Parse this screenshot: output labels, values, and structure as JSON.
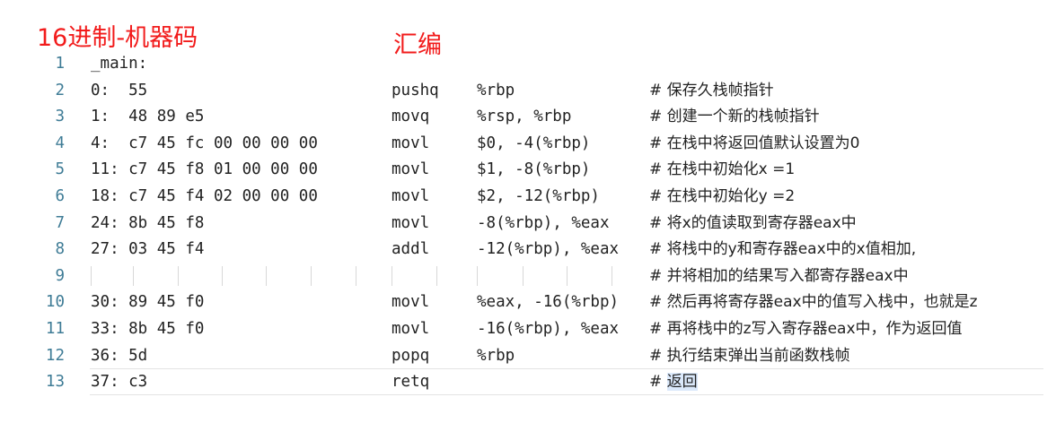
{
  "annotations": {
    "machine_code": "16进制-机器码",
    "assembly": "汇编"
  },
  "lines": [
    {
      "n": "1",
      "hex": "_main:",
      "mn": "",
      "op": "",
      "cm_hash": "",
      "cm": ""
    },
    {
      "n": "2",
      "hex": "0:  55",
      "mn": "pushq",
      "op": "%rbp",
      "cm_hash": "# ",
      "cm": "保存久栈帧指针"
    },
    {
      "n": "3",
      "hex": "1:  48 89 e5",
      "mn": "movq",
      "op": "%rsp, %rbp",
      "cm_hash": "# ",
      "cm": "创建一个新的栈帧指针"
    },
    {
      "n": "4",
      "hex": "4:  c7 45 fc 00 00 00 00",
      "mn": "movl",
      "op": "$0, -4(%rbp)",
      "cm_hash": "# ",
      "cm": "在栈中将返回值默认设置为0"
    },
    {
      "n": "5",
      "hex": "11: c7 45 f8 01 00 00 00",
      "mn": "movl",
      "op": "$1, -8(%rbp)",
      "cm_hash": "# ",
      "cm": "在栈中初始化x =1"
    },
    {
      "n": "6",
      "hex": "18: c7 45 f4 02 00 00 00",
      "mn": "movl",
      "op": "$2, -12(%rbp)",
      "cm_hash": "# ",
      "cm": "在栈中初始化y =2"
    },
    {
      "n": "7",
      "hex": "24: 8b 45 f8",
      "mn": "movl",
      "op": "-8(%rbp), %eax",
      "cm_hash": "# ",
      "cm": "将x的值读取到寄存器eax中"
    },
    {
      "n": "8",
      "hex": "27: 03 45 f4",
      "mn": "addl",
      "op": "-12(%rbp), %eax",
      "cm_hash": "# ",
      "cm": "将栈中的y和寄存器eax中的x值相加,"
    },
    {
      "n": "9",
      "hex": "",
      "mn": "",
      "op": "",
      "cm_hash": "# ",
      "cm": "并将相加的结果写入都寄存器eax中"
    },
    {
      "n": "10",
      "hex": "30: 89 45 f0",
      "mn": "movl",
      "op": "%eax, -16(%rbp)",
      "cm_hash": "# ",
      "cm": "然后再将寄存器eax中的值写入栈中，也就是z"
    },
    {
      "n": "11",
      "hex": "33: 8b 45 f0",
      "mn": "movl",
      "op": "-16(%rbp), %eax",
      "cm_hash": "# ",
      "cm": "再将栈中的z写入寄存器eax中，作为返回值"
    },
    {
      "n": "12",
      "hex": "36: 5d",
      "mn": "popq",
      "op": "%rbp",
      "cm_hash": "# ",
      "cm": "执行结束弹出当前函数栈帧"
    },
    {
      "n": "13",
      "hex": "37: c3",
      "mn": "retq",
      "op": "",
      "cm_hash": "# ",
      "cm": "返回"
    }
  ]
}
